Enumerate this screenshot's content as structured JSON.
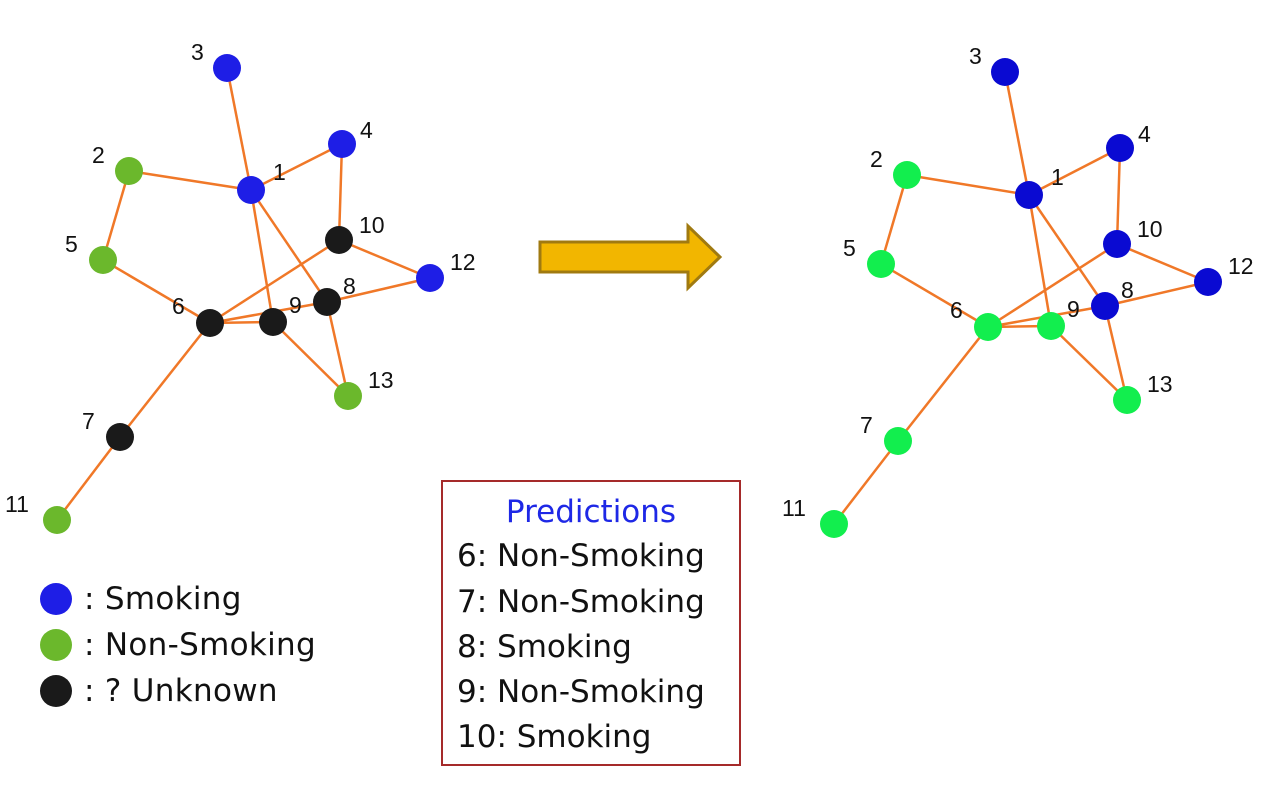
{
  "colors": {
    "smoking": "#1e1ee6",
    "non_smoking": "#6bb82c",
    "unknown": "#1a1a1a",
    "predicted_smoking": "#0a0ad2",
    "predicted_non_smoking": "#12ee4e",
    "edge": "#f07828",
    "arrow_fill": "#f2b600",
    "arrow_stroke": "#a07a10",
    "box_border": "#a52a2a",
    "title": "#1e28e6"
  },
  "left_graph": {
    "nodes": [
      {
        "id": "1",
        "label": "1",
        "status": "smoking"
      },
      {
        "id": "2",
        "label": "2",
        "status": "non_smoking"
      },
      {
        "id": "3",
        "label": "3",
        "status": "smoking"
      },
      {
        "id": "4",
        "label": "4",
        "status": "smoking"
      },
      {
        "id": "5",
        "label": "5",
        "status": "non_smoking"
      },
      {
        "id": "6",
        "label": "6",
        "status": "unknown"
      },
      {
        "id": "7",
        "label": "7",
        "status": "unknown"
      },
      {
        "id": "8",
        "label": "8",
        "status": "unknown"
      },
      {
        "id": "9",
        "label": "9",
        "status": "unknown"
      },
      {
        "id": "10",
        "label": "10",
        "status": "unknown"
      },
      {
        "id": "11",
        "label": "11",
        "status": "non_smoking"
      },
      {
        "id": "12",
        "label": "12",
        "status": "smoking"
      },
      {
        "id": "13",
        "label": "13",
        "status": "non_smoking"
      }
    ]
  },
  "right_graph": {
    "nodes": [
      {
        "id": "1",
        "label": "1",
        "status": "smoking"
      },
      {
        "id": "2",
        "label": "2",
        "status": "non_smoking"
      },
      {
        "id": "3",
        "label": "3",
        "status": "smoking"
      },
      {
        "id": "4",
        "label": "4",
        "status": "smoking"
      },
      {
        "id": "5",
        "label": "5",
        "status": "non_smoking"
      },
      {
        "id": "6",
        "label": "6",
        "status": "non_smoking"
      },
      {
        "id": "7",
        "label": "7",
        "status": "non_smoking"
      },
      {
        "id": "8",
        "label": "8",
        "status": "smoking"
      },
      {
        "id": "9",
        "label": "9",
        "status": "non_smoking"
      },
      {
        "id": "10",
        "label": "10",
        "status": "smoking"
      },
      {
        "id": "11",
        "label": "11",
        "status": "non_smoking"
      },
      {
        "id": "12",
        "label": "12",
        "status": "smoking"
      },
      {
        "id": "13",
        "label": "13",
        "status": "non_smoking"
      }
    ]
  },
  "edges": [
    [
      "3",
      "1"
    ],
    [
      "2",
      "1"
    ],
    [
      "1",
      "4"
    ],
    [
      "4",
      "10"
    ],
    [
      "2",
      "5"
    ],
    [
      "5",
      "6"
    ],
    [
      "1",
      "9"
    ],
    [
      "1",
      "8"
    ],
    [
      "6",
      "9"
    ],
    [
      "6",
      "10"
    ],
    [
      "6",
      "8"
    ],
    [
      "10",
      "12"
    ],
    [
      "8",
      "12"
    ],
    [
      "9",
      "13"
    ],
    [
      "8",
      "13"
    ],
    [
      "6",
      "7"
    ],
    [
      "7",
      "11"
    ]
  ],
  "legend": {
    "items": [
      {
        "label": ": Smoking",
        "status": "smoking"
      },
      {
        "label": ": Non-Smoking",
        "status": "non_smoking"
      },
      {
        "label": ": ? Unknown",
        "status": "unknown"
      }
    ]
  },
  "predictions": {
    "title": "Predictions",
    "lines": [
      "6: Non-Smoking",
      "7: Non-Smoking",
      "8: Smoking",
      "9: Non-Smoking",
      "10: Smoking"
    ]
  }
}
